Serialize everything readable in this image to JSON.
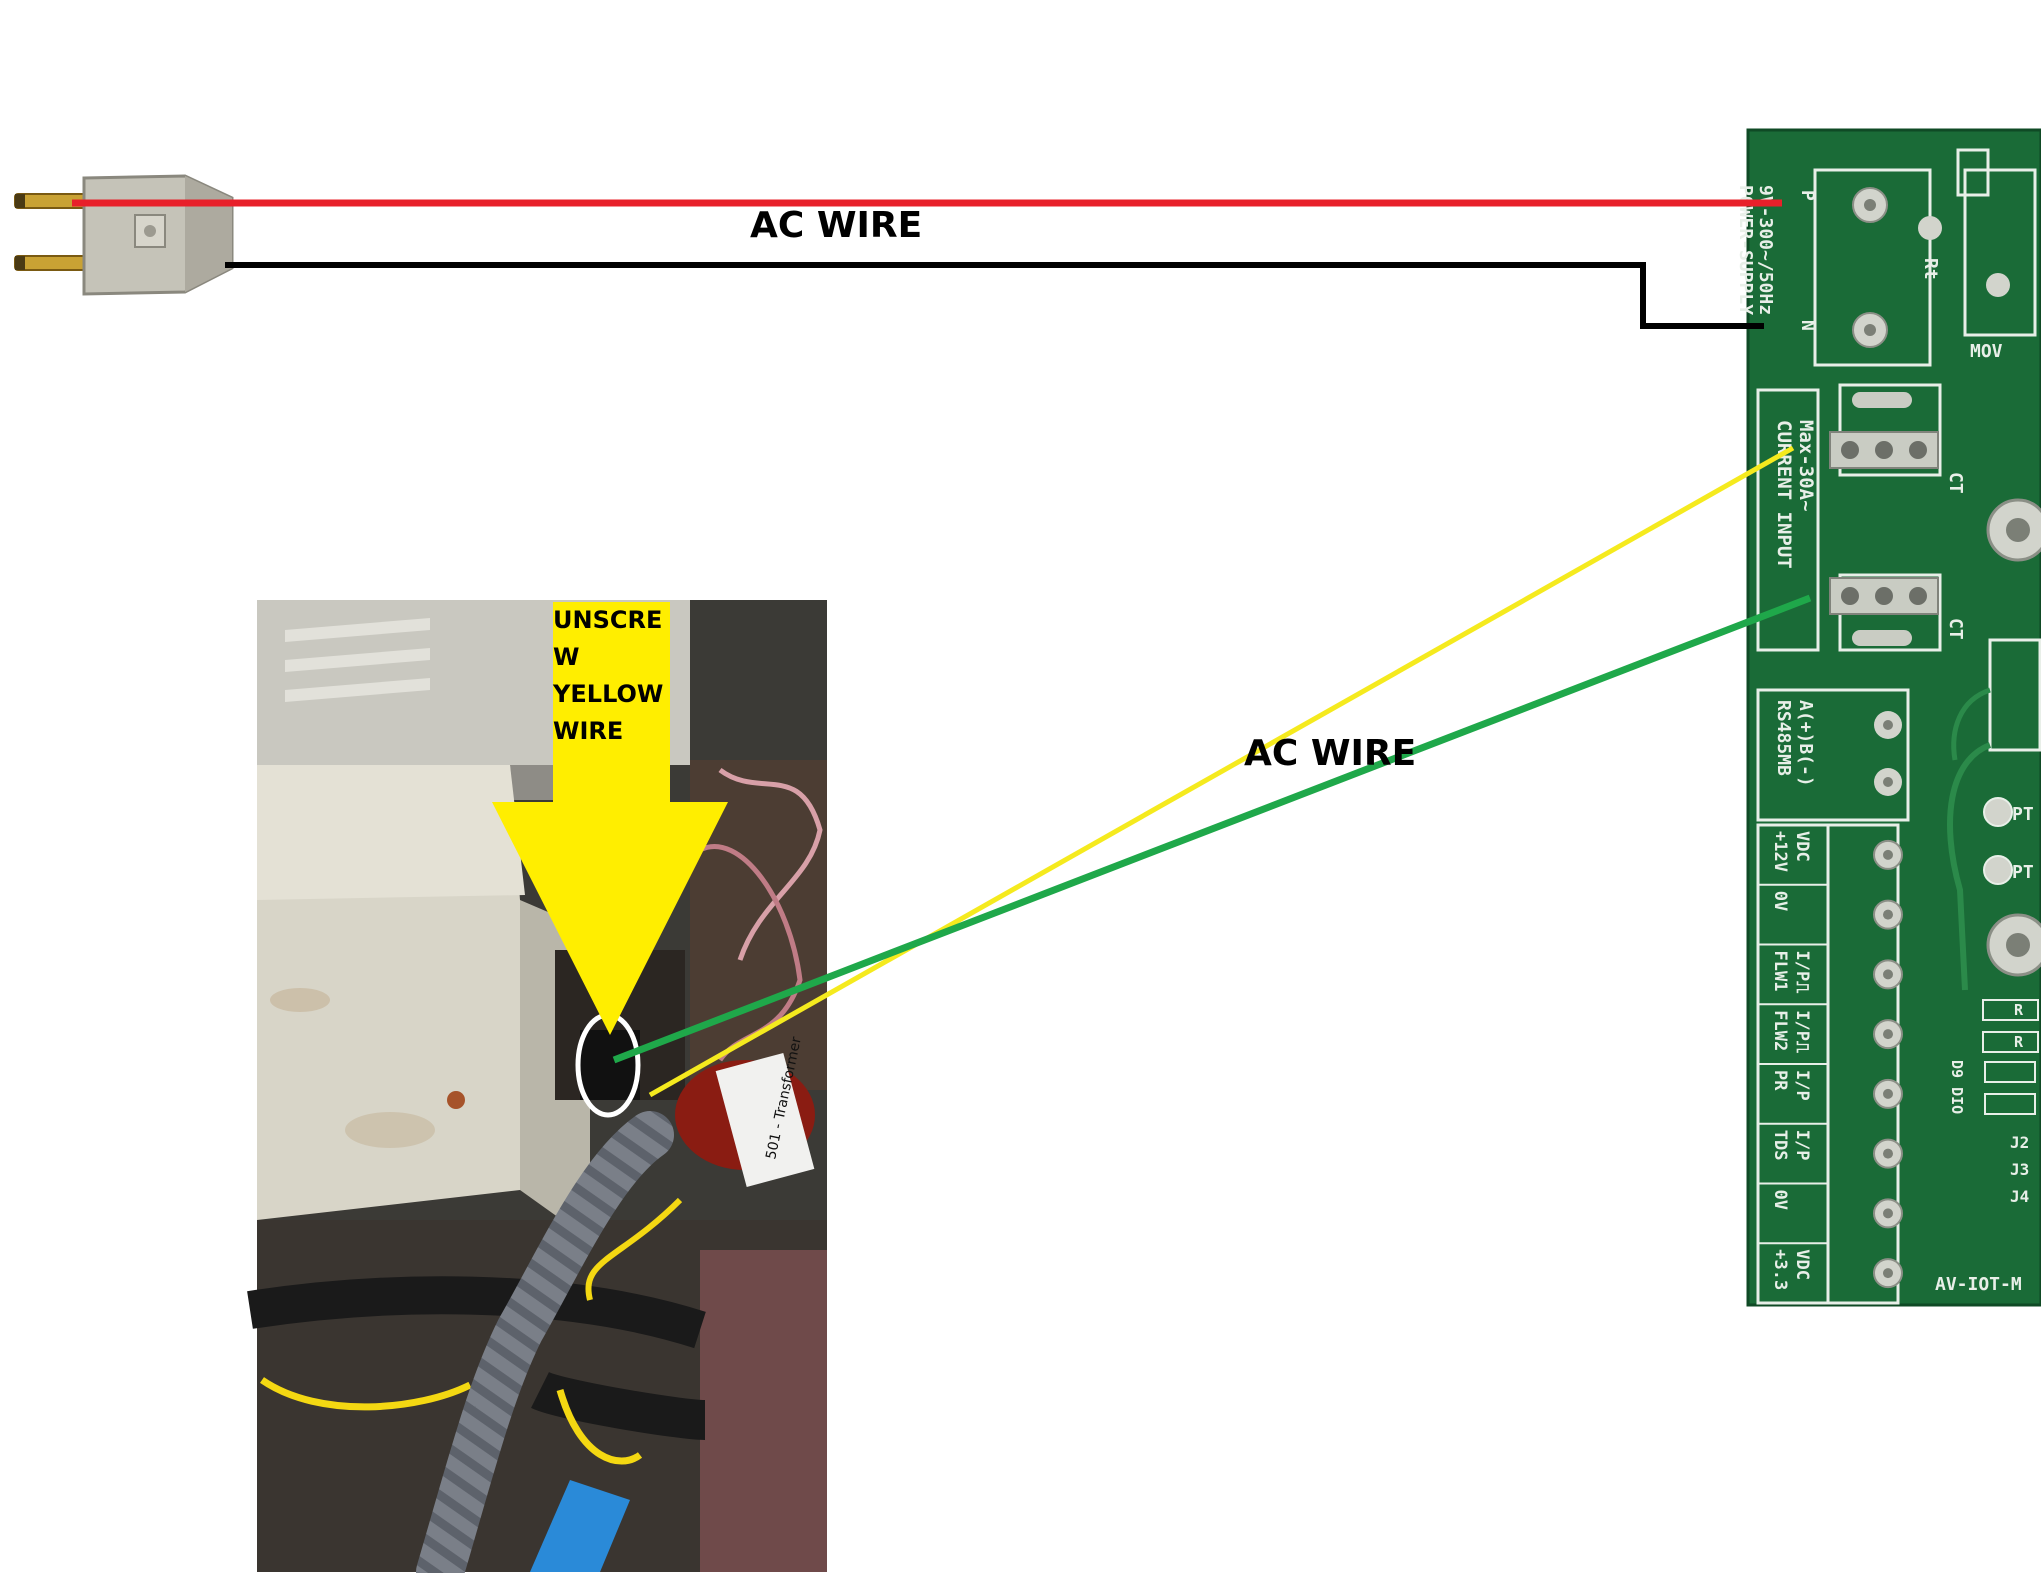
{
  "labels": {
    "ac_wire_top": "AC WIRE",
    "ac_wire_mid": "AC WIRE",
    "arrow_note": "UNSCRE\nW\nYELLOW\nWIRE"
  },
  "pcb": {
    "power_supply": [
      "9V-300~/50Hz",
      "POWER-SUPPLY"
    ],
    "power_pins": [
      "P",
      "N"
    ],
    "current_input": [
      "CURRENT INPUT",
      "Max-30A~"
    ],
    "ct_labels": [
      "CT",
      "CT"
    ],
    "rt": "Rt",
    "mov": "MOV",
    "rs485": [
      "A(+)B(-)",
      "RS485MB"
    ],
    "terminals": [
      {
        "l1": "+12V",
        "l2": "VDC"
      },
      {
        "l1": "0V",
        "l2": ""
      },
      {
        "l1": "FLW1",
        "l2": "I/P⎍"
      },
      {
        "l1": "FLW2",
        "l2": "I/P⎍"
      },
      {
        "l1": "PR",
        "l2": "I/P"
      },
      {
        "l1": "TDS",
        "l2": "I/P"
      },
      {
        "l1": "0V",
        "l2": ""
      },
      {
        "l1": "+3.3",
        "l2": "VDC"
      }
    ],
    "pt": [
      "PT",
      "PT"
    ],
    "diode": "D9  DIO",
    "jumpers": [
      "J2",
      "J3",
      "J4"
    ],
    "part": "AV-IOT-M",
    "resistors": [
      "R",
      "R"
    ]
  },
  "photo": {
    "label_tape": "501 - Transformer"
  },
  "colors": {
    "red_wire": "#e8202a",
    "black_wire": "#000000",
    "yellow_wire": "#f5ea1e",
    "green_wire": "#1fa84a",
    "arrow": "#ffee00",
    "pcb": "#1a6b37"
  }
}
